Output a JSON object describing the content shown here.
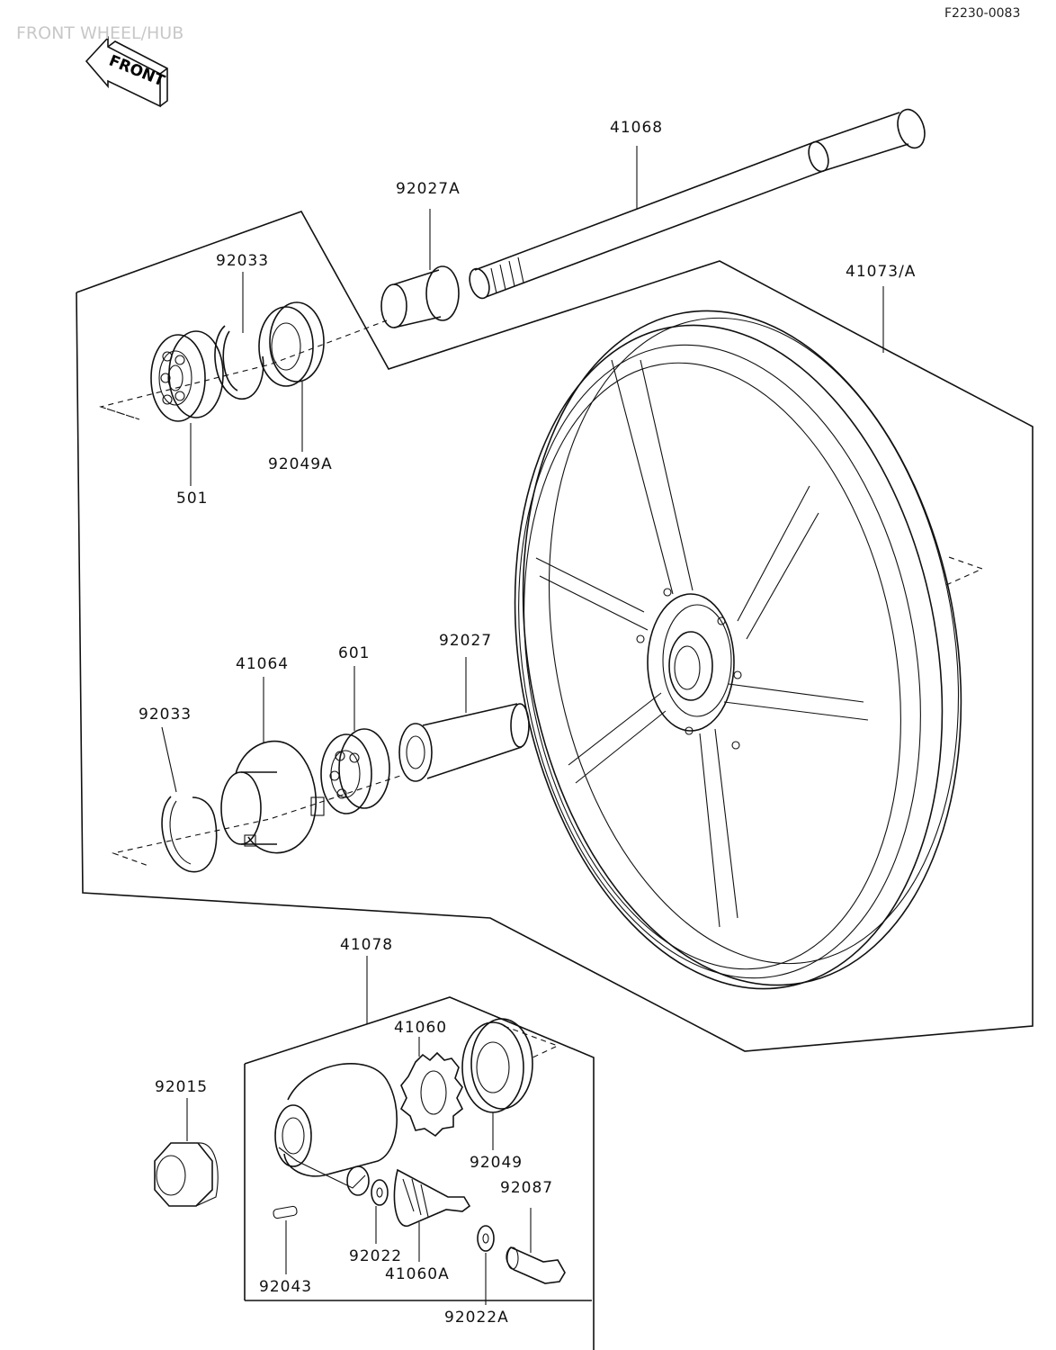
{
  "diagram": {
    "title": "FRONT WHEEL/HUB",
    "reference_code": "F2230-0083",
    "front_arrow_label": "FRONT"
  },
  "parts": [
    {
      "key": "p41068",
      "number": "41068"
    },
    {
      "key": "p92027a",
      "number": "92027A"
    },
    {
      "key": "p92033_top",
      "number": "92033"
    },
    {
      "key": "p41073a",
      "number": "41073/A"
    },
    {
      "key": "p501",
      "number": "501"
    },
    {
      "key": "p92049a",
      "number": "92049A"
    },
    {
      "key": "p92027",
      "number": "92027"
    },
    {
      "key": "p41064",
      "number": "41064"
    },
    {
      "key": "p601",
      "number": "601"
    },
    {
      "key": "p92033_mid",
      "number": "92033"
    },
    {
      "key": "p41078",
      "number": "41078"
    },
    {
      "key": "p41060",
      "number": "41060"
    },
    {
      "key": "p92015",
      "number": "92015"
    },
    {
      "key": "p92049",
      "number": "92049"
    },
    {
      "key": "p92087",
      "number": "92087"
    },
    {
      "key": "p92022",
      "number": "92022"
    },
    {
      "key": "p41060a",
      "number": "41060A"
    },
    {
      "key": "p92043",
      "number": "92043"
    },
    {
      "key": "p92022a",
      "number": "92022A"
    }
  ]
}
